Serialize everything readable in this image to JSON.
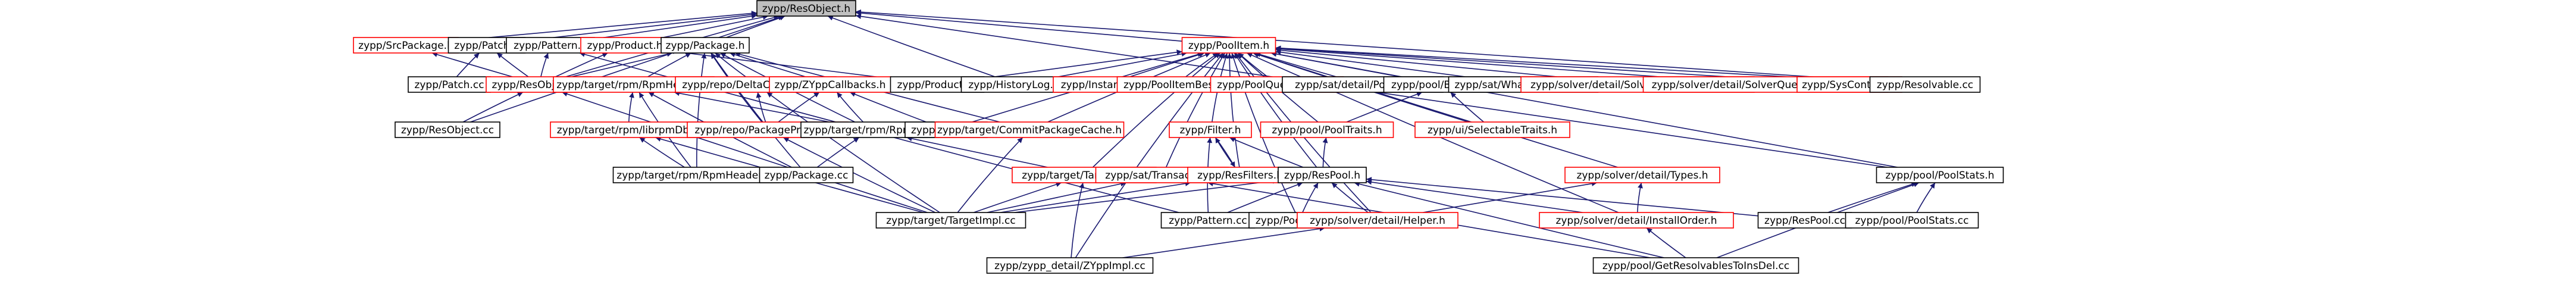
{
  "colors": {
    "edge": "#191970",
    "documented_border": "#000000",
    "undocumented_border": "#ff0000",
    "root_fill": "#bfbfbf"
  },
  "nodes": [
    {
      "id": "resobject_h",
      "label": "zypp/ResObject.h",
      "kind": "root"
    },
    {
      "id": "srcpackage_h",
      "label": "zypp/SrcPackage.h",
      "kind": "red"
    },
    {
      "id": "patch_h",
      "label": "zypp/Patch.h",
      "kind": "black"
    },
    {
      "id": "pattern_h",
      "label": "zypp/Pattern.h",
      "kind": "black"
    },
    {
      "id": "product_h",
      "label": "zypp/Product.h",
      "kind": "red"
    },
    {
      "id": "package_h",
      "label": "zypp/Package.h",
      "kind": "black"
    },
    {
      "id": "poolitem_h",
      "label": "zypp/PoolItem.h",
      "kind": "red"
    },
    {
      "id": "patch_cc",
      "label": "zypp/Patch.cc",
      "kind": "black"
    },
    {
      "id": "resobjects_h",
      "label": "zypp/ResObjects.h",
      "kind": "red"
    },
    {
      "id": "resobject_cc",
      "label": "zypp/ResObject.cc",
      "kind": "black"
    },
    {
      "id": "rpmheader_h",
      "label": "zypp/target/rpm/RpmHeader.h",
      "kind": "red"
    },
    {
      "id": "deltacand_h",
      "label": "zypp/repo/DeltaCandidates.h",
      "kind": "red"
    },
    {
      "id": "zyppcallbacks_h",
      "label": "zypp/ZYppCallbacks.h",
      "kind": "red"
    },
    {
      "id": "product_cc",
      "label": "zypp/Product.cc",
      "kind": "black"
    },
    {
      "id": "historylog_cc",
      "label": "zypp/HistoryLog.cc",
      "kind": "black"
    },
    {
      "id": "binheader_h",
      "label": "zypp/target/rpm/librpmDb.h",
      "kind": "red"
    },
    {
      "id": "pkgprovider_h",
      "label": "zypp/repo/PackageProvider.h",
      "kind": "red"
    },
    {
      "id": "rpmdb_h",
      "label": "zypp/target/rpm/RpmDb.h",
      "kind": "black"
    },
    {
      "id": "locks_cc",
      "label": "zypp/Locks.cc",
      "kind": "black"
    },
    {
      "id": "rpmheader_cc",
      "label": "zypp/target/rpm/RpmHeader.cc",
      "kind": "black"
    },
    {
      "id": "package_cc",
      "label": "zypp/Package.cc",
      "kind": "black"
    },
    {
      "id": "targetimpl_cc",
      "label": "zypp/target/TargetImpl.cc",
      "kind": "black"
    },
    {
      "id": "commitpkgcache_h",
      "label": "zypp/target/CommitPackageCache.h",
      "kind": "red"
    },
    {
      "id": "instanceid_h",
      "label": "zypp/InstanceId.h",
      "kind": "red"
    },
    {
      "id": "poolitembest_h",
      "label": "zypp/PoolItemBest.h",
      "kind": "red"
    },
    {
      "id": "poolqueryresult_h",
      "label": "zypp/PoolQueryResult.h",
      "kind": "red"
    },
    {
      "id": "poolimpl_cc",
      "label": "zypp/sat/detail/PoolImpl.cc",
      "kind": "black"
    },
    {
      "id": "byident_h",
      "label": "zypp/pool/ByIdent.h",
      "kind": "black"
    },
    {
      "id": "whatobsoletes_cc",
      "label": "zypp/sat/WhatObsoletes.cc",
      "kind": "black"
    },
    {
      "id": "sqitemlock_h",
      "label": "zypp/solver/detail/SolverQueueItemLock.h",
      "kind": "red"
    },
    {
      "id": "sqitemupdate_h",
      "label": "zypp/solver/detail/SolverQueueItemUpdate.h",
      "kind": "red"
    },
    {
      "id": "syscontent_h",
      "label": "zypp/SysContent.h",
      "kind": "red"
    },
    {
      "id": "resolvable_cc",
      "label": "zypp/Resolvable.cc",
      "kind": "black"
    },
    {
      "id": "filter_h",
      "label": "zypp/Filter.h",
      "kind": "red"
    },
    {
      "id": "pooltraits_h",
      "label": "zypp/pool/PoolTraits.h",
      "kind": "red"
    },
    {
      "id": "selectabletraits_h",
      "label": "zypp/ui/SelectableTraits.h",
      "kind": "red"
    },
    {
      "id": "targetimpl_h",
      "label": "zypp/target/TargetImpl.h",
      "kind": "red"
    },
    {
      "id": "transaction_h",
      "label": "zypp/sat/Transaction.h",
      "kind": "red"
    },
    {
      "id": "resfilters_h",
      "label": "zypp/ResFilters.h",
      "kind": "red"
    },
    {
      "id": "respool_h",
      "label": "zypp/ResPool.h",
      "kind": "black"
    },
    {
      "id": "types_h",
      "label": "zypp/solver/detail/Types.h",
      "kind": "red"
    },
    {
      "id": "poolstats_h",
      "label": "zypp/pool/PoolStats.h",
      "kind": "black"
    },
    {
      "id": "pattern_cc",
      "label": "zypp/Pattern.cc",
      "kind": "black"
    },
    {
      "id": "poolitem_cc",
      "label": "zypp/PoolItem.cc",
      "kind": "black"
    },
    {
      "id": "helper_h",
      "label": "zypp/solver/detail/Helper.h",
      "kind": "red"
    },
    {
      "id": "installorder_h",
      "label": "zypp/solver/detail/InstallOrder.h",
      "kind": "red"
    },
    {
      "id": "respool_cc",
      "label": "zypp/ResPool.cc",
      "kind": "black"
    },
    {
      "id": "poolstats_cc",
      "label": "zypp/pool/PoolStats.cc",
      "kind": "black"
    },
    {
      "id": "zyppimpl_cc",
      "label": "zypp/zypp_detail/ZYppImpl.cc",
      "kind": "black"
    },
    {
      "id": "getresolvables_cc",
      "label": "zypp/pool/GetResolvablesToInsDel.cc",
      "kind": "black"
    }
  ],
  "edges": [
    [
      "resobject_h",
      "srcpackage_h"
    ],
    [
      "resobject_h",
      "patch_h"
    ],
    [
      "resobject_h",
      "pattern_h"
    ],
    [
      "resobject_h",
      "product_h"
    ],
    [
      "resobject_h",
      "package_h"
    ],
    [
      "resobject_h",
      "poolitem_h"
    ],
    [
      "resobject_h",
      "resobjects_h"
    ],
    [
      "resobject_h",
      "resobject_cc"
    ],
    [
      "resobject_h",
      "resolvable_cc"
    ],
    [
      "resobject_h",
      "poolstats_h"
    ],
    [
      "resobject_h",
      "historylog_cc"
    ],
    [
      "srcpackage_h",
      "resobjects_h"
    ],
    [
      "patch_h",
      "patch_cc"
    ],
    [
      "patch_h",
      "resobjects_h"
    ],
    [
      "pattern_h",
      "resobjects_h"
    ],
    [
      "pattern_h",
      "pattern_cc"
    ],
    [
      "product_h",
      "resobjects_h"
    ],
    [
      "product_h",
      "product_cc"
    ],
    [
      "package_h",
      "resobjects_h"
    ],
    [
      "package_h",
      "rpmheader_h"
    ],
    [
      "package_h",
      "deltacand_h"
    ],
    [
      "package_h",
      "zyppcallbacks_h"
    ],
    [
      "package_h",
      "pkgprovider_h"
    ],
    [
      "package_h",
      "package_cc"
    ],
    [
      "package_h",
      "rpmdb_h"
    ],
    [
      "package_h",
      "commitpkgcache_h"
    ],
    [
      "package_h",
      "rpmheader_cc"
    ],
    [
      "resobjects_h",
      "resobject_cc"
    ],
    [
      "resobjects_h",
      "targetimpl_cc"
    ],
    [
      "rpmheader_h",
      "binheader_h"
    ],
    [
      "rpmheader_h",
      "rpmheader_cc"
    ],
    [
      "rpmheader_h",
      "package_cc"
    ],
    [
      "rpmheader_h",
      "rpmdb_h"
    ],
    [
      "binheader_h",
      "rpmheader_cc"
    ],
    [
      "binheader_h",
      "targetimpl_cc"
    ],
    [
      "deltacand_h",
      "pkgprovider_h"
    ],
    [
      "deltacand_h",
      "targetimpl_cc"
    ],
    [
      "zyppcallbacks_h",
      "pkgprovider_h"
    ],
    [
      "zyppcallbacks_h",
      "rpmdb_h"
    ],
    [
      "zyppcallbacks_h",
      "locks_cc"
    ],
    [
      "pkgprovider_h",
      "targetimpl_cc"
    ],
    [
      "rpmdb_h",
      "package_cc"
    ],
    [
      "rpmdb_h",
      "targetimpl_h"
    ],
    [
      "commitpkgcache_h",
      "targetimpl_cc"
    ],
    [
      "poolitem_h",
      "product_cc"
    ],
    [
      "poolitem_h",
      "historylog_cc"
    ],
    [
      "poolitem_h",
      "instanceid_h"
    ],
    [
      "poolitem_h",
      "poolitembest_h"
    ],
    [
      "poolitem_h",
      "poolqueryresult_h"
    ],
    [
      "poolitem_h",
      "poolimpl_cc"
    ],
    [
      "poolitem_h",
      "byident_h"
    ],
    [
      "poolitem_h",
      "whatobsoletes_cc"
    ],
    [
      "poolitem_h",
      "sqitemlock_h"
    ],
    [
      "poolitem_h",
      "sqitemupdate_h"
    ],
    [
      "poolitem_h",
      "syscontent_h"
    ],
    [
      "poolitem_h",
      "resolvable_cc"
    ],
    [
      "poolitem_h",
      "filter_h"
    ],
    [
      "poolitem_h",
      "pooltraits_h"
    ],
    [
      "poolitem_h",
      "selectabletraits_h"
    ],
    [
      "poolitem_h",
      "targetimpl_h"
    ],
    [
      "poolitem_h",
      "transaction_h"
    ],
    [
      "poolitem_h",
      "resfilters_h"
    ],
    [
      "poolitem_h",
      "respool_h"
    ],
    [
      "poolitem_h",
      "types_h"
    ],
    [
      "poolitem_h",
      "locks_cc"
    ],
    [
      "poolitem_h",
      "commitpkgcache_h"
    ],
    [
      "poolitem_h",
      "zyppimpl_cc"
    ],
    [
      "poolitem_h",
      "poolitem_cc"
    ],
    [
      "poolitem_h",
      "helper_h"
    ],
    [
      "poolitem_h",
      "installorder_h"
    ],
    [
      "poolitem_h",
      "poolstats_h"
    ],
    [
      "byident_h",
      "pooltraits_h"
    ],
    [
      "byident_h",
      "selectabletraits_h"
    ],
    [
      "filter_h",
      "resfilters_h"
    ],
    [
      "filter_h",
      "respool_h"
    ],
    [
      "filter_h",
      "pattern_cc"
    ],
    [
      "pooltraits_h",
      "respool_h"
    ],
    [
      "resfilters_h",
      "filter_h"
    ],
    [
      "resfilters_h",
      "targetimpl_cc"
    ],
    [
      "targetimpl_h",
      "targetimpl_cc"
    ],
    [
      "targetimpl_h",
      "zyppimpl_cc"
    ],
    [
      "transaction_h",
      "targetimpl_cc"
    ],
    [
      "transaction_h",
      "getresolvables_cc"
    ],
    [
      "respool_h",
      "pattern_cc"
    ],
    [
      "respool_h",
      "poolitem_cc"
    ],
    [
      "respool_h",
      "helper_h"
    ],
    [
      "respool_h",
      "installorder_h"
    ],
    [
      "respool_h",
      "respool_cc"
    ],
    [
      "respool_h",
      "targetimpl_cc"
    ],
    [
      "respool_h",
      "getresolvables_cc"
    ],
    [
      "types_h",
      "helper_h"
    ],
    [
      "types_h",
      "installorder_h"
    ],
    [
      "helper_h",
      "zyppimpl_cc"
    ],
    [
      "installorder_h",
      "getresolvables_cc"
    ],
    [
      "poolstats_h",
      "poolstats_cc"
    ],
    [
      "poolstats_h",
      "respool_cc"
    ],
    [
      "poolstats_h",
      "getresolvables_cc"
    ]
  ]
}
